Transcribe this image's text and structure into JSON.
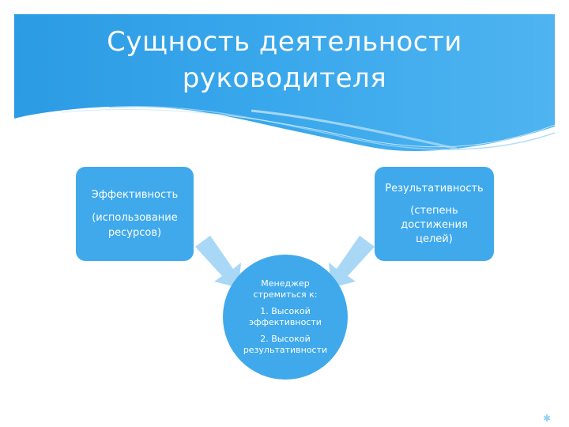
{
  "title": {
    "line1": "Сущность деятельности",
    "line2": "руководителя"
  },
  "boxes": {
    "left": {
      "line1": "Эффективность",
      "line2": "(использование",
      "line3": "ресурсов)"
    },
    "right": {
      "line1": "Результативность",
      "line2": "(степень",
      "line3": "достижения",
      "line4": "целей)"
    }
  },
  "center": {
    "line1": "Менеджер",
    "line2": "стремиться к:",
    "line3": "1. Высокой",
    "line4": "эффективности",
    "line5": "2. Высокой",
    "line6": "результативности"
  },
  "colors": {
    "header_blue": "#2f9fe6",
    "box_blue": "#3fa9ec",
    "arrow_blue": "#a9d8f7",
    "text": "#ffffff"
  },
  "icons": {
    "footer": "asterisk-icon"
  }
}
